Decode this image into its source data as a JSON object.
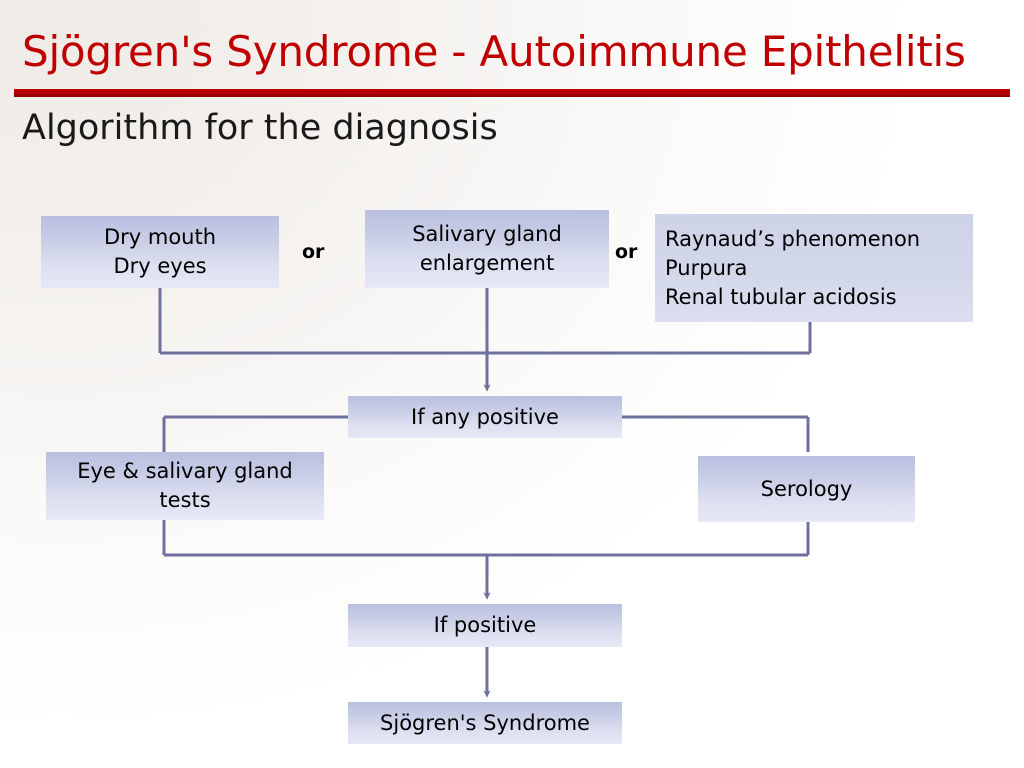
{
  "header": {
    "title": "Sjögren's Syndrome - Autoimmune Epithelitis",
    "subtitle": "Algorithm for the diagnosis",
    "title_color": "#c00000",
    "rule_color": "#c00000"
  },
  "palette": {
    "box_fill_top": "#b9bfdf",
    "box_fill_bottom": "#e6e8f6",
    "connector": "#6e719d",
    "text": "#000000",
    "background": "#f4f1ee"
  },
  "diagram": {
    "type": "flowchart",
    "connector_labels": [
      {
        "id": "or-1",
        "text": "or"
      },
      {
        "id": "or-2",
        "text": "or"
      }
    ],
    "nodes": [
      {
        "id": "symptoms-sicca",
        "lines": [
          "Dry mouth",
          "Dry eyes"
        ]
      },
      {
        "id": "salivary-gland",
        "lines": [
          "Salivary gland",
          "enlargement"
        ]
      },
      {
        "id": "extraglandular",
        "lines": [
          "Raynaud’s phenomenon",
          "Purpura",
          "Renal tubular acidosis"
        ]
      },
      {
        "id": "if-any-positive",
        "lines": [
          "If any positive"
        ]
      },
      {
        "id": "eye-salivary-tests",
        "lines": [
          "Eye & salivary gland",
          "tests"
        ]
      },
      {
        "id": "serology",
        "lines": [
          "Serology"
        ]
      },
      {
        "id": "if-positive",
        "lines": [
          "If positive"
        ]
      },
      {
        "id": "diagnosis",
        "lines": [
          "Sjögren's Syndrome"
        ]
      }
    ],
    "edges": [
      {
        "from": "symptoms-sicca",
        "to": "if-any-positive"
      },
      {
        "from": "salivary-gland",
        "to": "if-any-positive"
      },
      {
        "from": "extraglandular",
        "to": "if-any-positive"
      },
      {
        "from": "if-any-positive",
        "to": "eye-salivary-tests"
      },
      {
        "from": "if-any-positive",
        "to": "serology"
      },
      {
        "from": "eye-salivary-tests",
        "to": "if-positive"
      },
      {
        "from": "serology",
        "to": "if-positive"
      },
      {
        "from": "if-positive",
        "to": "diagnosis"
      }
    ]
  }
}
